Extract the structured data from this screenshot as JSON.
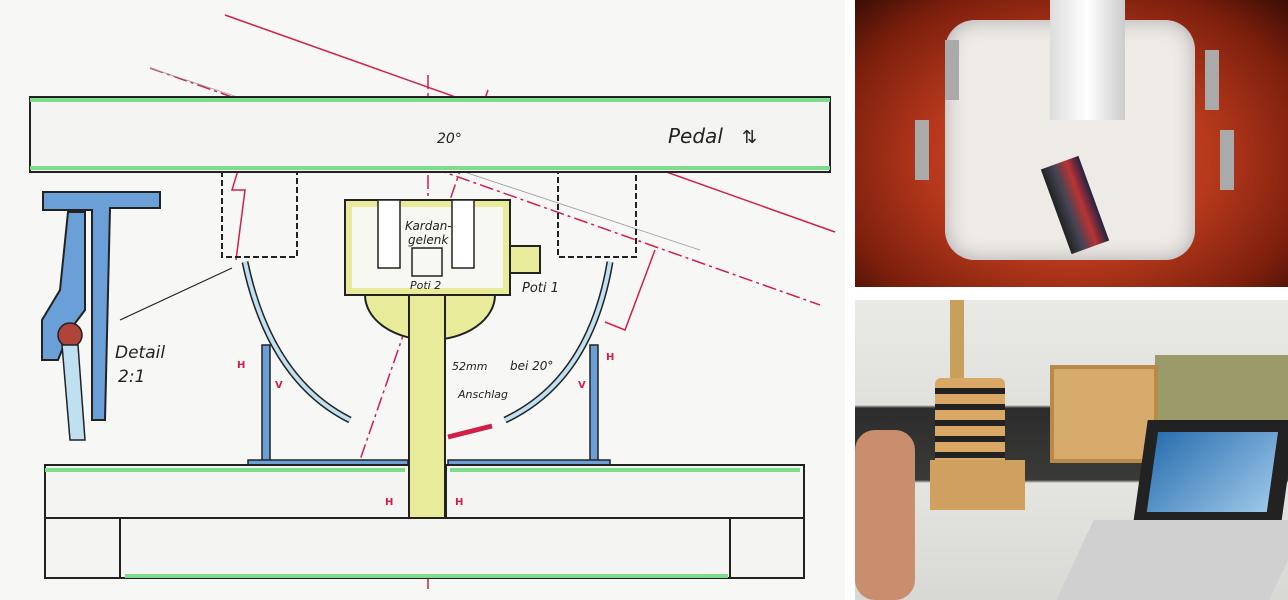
{
  "drawing": {
    "labels": {
      "pedal": "Pedal",
      "angle": "20°",
      "kardan_line1": "Kardan-",
      "kardan_line2": "gelenk",
      "poti2": "Poti 2",
      "poti1": "Poti 1",
      "detail_line1": "Detail",
      "detail_line2": "2:1",
      "dimension": "52mm",
      "dimension_note": "bei 20°",
      "stop": "Anschlag",
      "h": "H",
      "v": "V"
    },
    "colors": {
      "outline": "#222222",
      "green": "#7ddc8c",
      "blue": "#6a9fd8",
      "yellow": "#e8ec9a",
      "red": "#d0204a",
      "lightblue": "#bfe0f0"
    }
  },
  "photos": {
    "top": "gimbal-mechanism-photo",
    "bottom": "pedal-prototype-workbench-photo"
  }
}
